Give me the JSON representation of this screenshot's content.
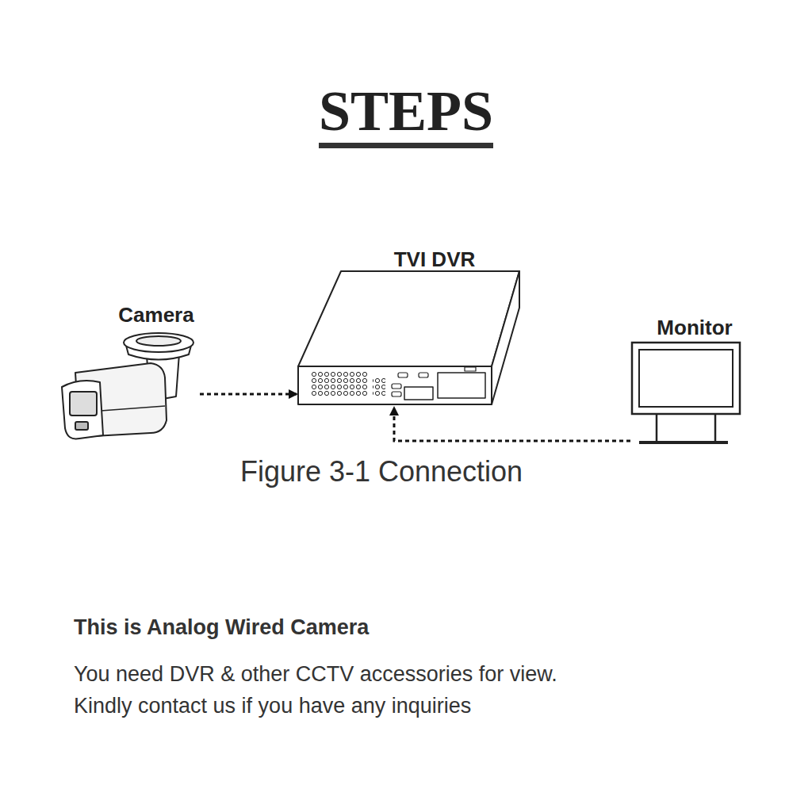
{
  "diagram": {
    "title": "STEPS",
    "caption": "Figure 3-1 Connection",
    "nodes": [
      {
        "text": [
          "Camera"
        ]
      },
      {
        "text": [
          "TVI DVR"
        ]
      },
      {
        "text": [
          "Monitor"
        ]
      }
    ],
    "edges": [
      {
        "from": 0,
        "to": 1,
        "arrow": "to"
      },
      {
        "from": 2,
        "to": 1,
        "arrow": "to"
      }
    ],
    "labels": [
      "This is Analog Wired Camera",
      "You need DVR & other CCTV accessories for view.",
      "Kindly contact us if you have any inquiries"
    ]
  }
}
